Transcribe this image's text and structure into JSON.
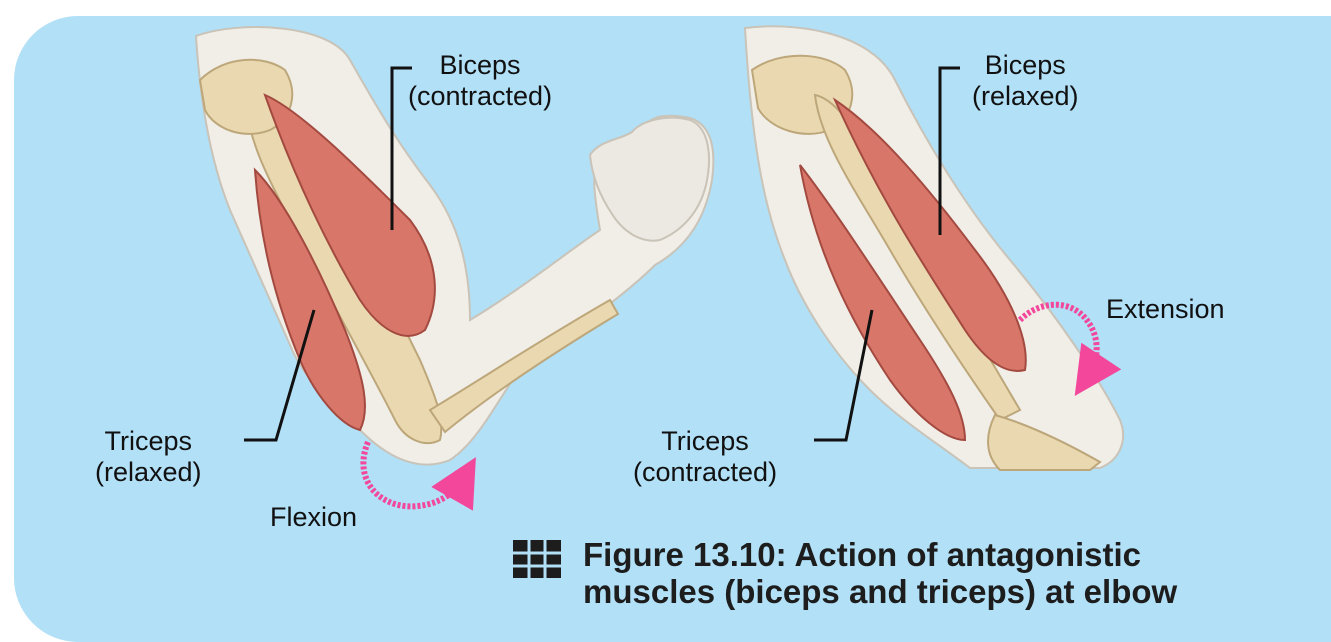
{
  "labels": {
    "left_biceps": {
      "line1": "Biceps",
      "line2": "(contracted)"
    },
    "left_triceps": {
      "line1": "Triceps",
      "line2": "(relaxed)"
    },
    "flexion": "Flexion",
    "right_biceps": {
      "line1": "Biceps",
      "line2": "(relaxed)"
    },
    "right_triceps": {
      "line1": "Triceps",
      "line2": "(contracted)"
    },
    "extension": "Extension"
  },
  "caption": {
    "line1": "Figure 13.10: Action of antagonistic",
    "line2": "muscles (biceps and triceps) at elbow"
  },
  "icons": {
    "figure_marker": "grid-icon",
    "flexion_arrow": "curved-arrow-icon",
    "extension_arrow": "curved-arrow-icon"
  },
  "colors": {
    "background": "#b1e0f7",
    "skin": "#f1eee8",
    "bone": "#ead9b0",
    "muscle": "#d9766a",
    "arrow": "#f2479b",
    "leader_line": "#111111"
  }
}
